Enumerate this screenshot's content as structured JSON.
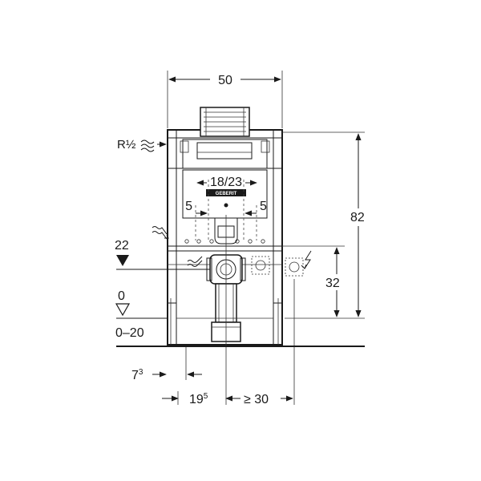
{
  "dimensions": {
    "width_top": "50",
    "spacing_center": "18/23",
    "offset_left": "5",
    "offset_right": "5",
    "height_total": "82",
    "height_connection": "32",
    "level_upper": "22",
    "level_floor": "0",
    "floor_range": "0–20",
    "dist_left_a": "7",
    "dist_left_a_exp": "3",
    "dist_left_b": "19",
    "dist_left_b_exp": "5",
    "dist_right": "≥ 30"
  },
  "labels": {
    "supply_connection": "R½",
    "brand": "GEBERIT"
  },
  "icons": {
    "water_supply": "water-wave-icon",
    "flush_water": "water-flow-icon",
    "electrical": "lightning-icon"
  }
}
